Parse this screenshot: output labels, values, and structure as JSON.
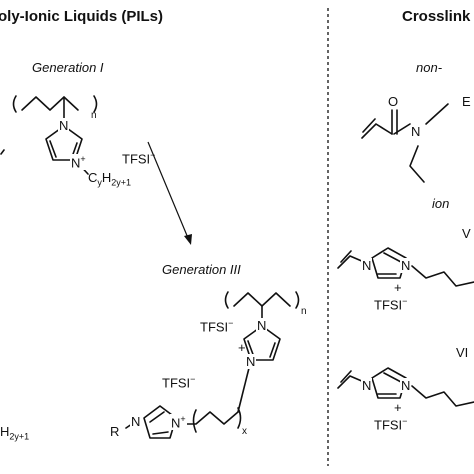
{
  "left_section": {
    "title": "oly-Ionic Liquids (PILs)"
  },
  "right_section": {
    "title": "Crosslink"
  },
  "generations": {
    "gen1": "Generation I",
    "gen3": "Generation III"
  },
  "labels": {
    "non": "non-",
    "ion": "ion",
    "v1": "V",
    "v2": "VI",
    "e_atom": "E",
    "o_atom": "O",
    "n_atom": "N",
    "tfsi": "TFSI",
    "minus": "−",
    "plus": "+",
    "r_group": "R",
    "subscript_n": "n",
    "subscript_x": "x",
    "alkyl_c": "C",
    "alkyl_sub1": "y",
    "alkyl_h": "H",
    "alkyl_sub2": "2y+1",
    "partial_h": "H",
    "partial_sub": "2y+1"
  }
}
